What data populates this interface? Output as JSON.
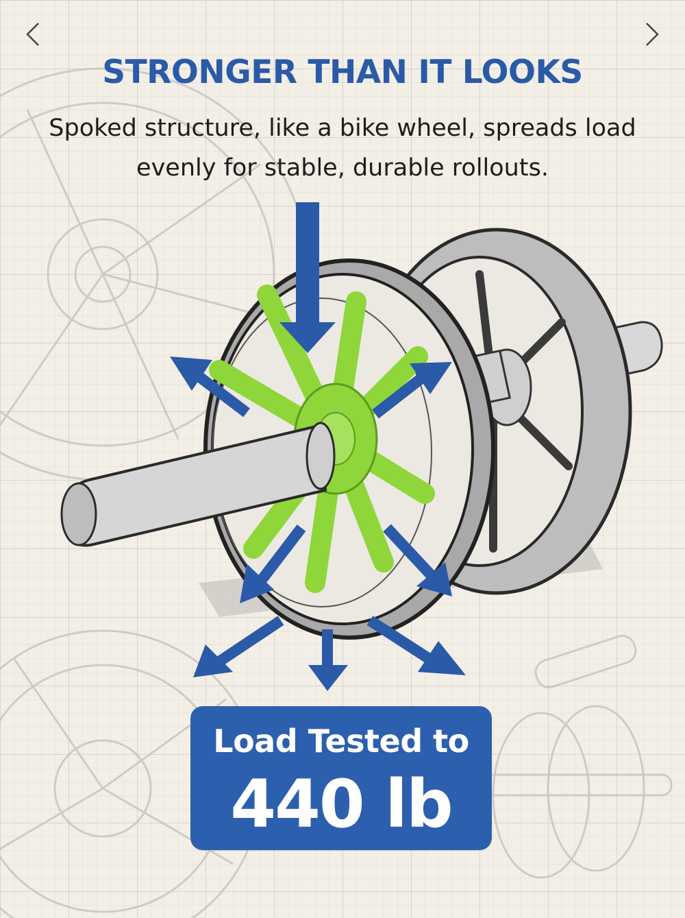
{
  "nav": {
    "prev_icon": "chevron-left-icon",
    "next_icon": "chevron-right-icon"
  },
  "headline": "STRONGER THAN IT LOOKS",
  "subhead": "Spoked structure, like a bike wheel, spreads load evenly for stable, durable rollouts.",
  "badge": {
    "line1": "Load Tested to",
    "line2": "440 lb"
  },
  "colors": {
    "brand_blue": "#2a5aa8",
    "badge_blue": "#2c5fae",
    "spoke_green": "#8fd63a",
    "background": "#f3efe6",
    "sketch_gray": "#555555"
  },
  "icons": {
    "down_arrow": "load-down-arrow-icon",
    "spread_arrows": "load-spread-arrow-icon"
  }
}
